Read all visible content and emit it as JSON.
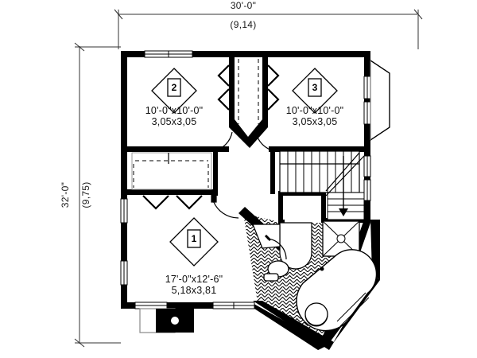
{
  "drawing": {
    "type": "architectural-floor-plan",
    "title_visible": false,
    "line_color": "#000000",
    "background_color": "#ffffff",
    "hatch_color": "#000000"
  },
  "dimensions": {
    "top": {
      "imperial": "30'-0\"",
      "metric": "(9,14)"
    },
    "left": {
      "imperial": "32'-0\"",
      "metric": "(9,75)"
    }
  },
  "rooms": [
    {
      "id": "bedroom-2",
      "marker": "2",
      "imperial": "10'-0\"x10'-0\"",
      "metric": "3,05x3,05"
    },
    {
      "id": "bedroom-3",
      "marker": "3",
      "imperial": "10'-0\"x10'-0\"",
      "metric": "3,05x3,05"
    },
    {
      "id": "master-bedroom-1",
      "marker": "1",
      "imperial": "17'-0\"x12'-6\"",
      "metric": "5,18x3,81"
    }
  ],
  "features": {
    "stairs": "stair-run-with-down-arrow",
    "bathroom": "diagonal-tile-hatch",
    "bathtub": "corner-oval-tub",
    "shower": "square-shower-stall",
    "toilet": "toilet-fixture",
    "sink": "round-sink-fixture",
    "closets": "bifold-door-closets",
    "bay_window": "right-side-bay-window",
    "balcony": "front-balcony-with-column",
    "doors": "swing-door-arcs",
    "windows": "wall-windows"
  }
}
